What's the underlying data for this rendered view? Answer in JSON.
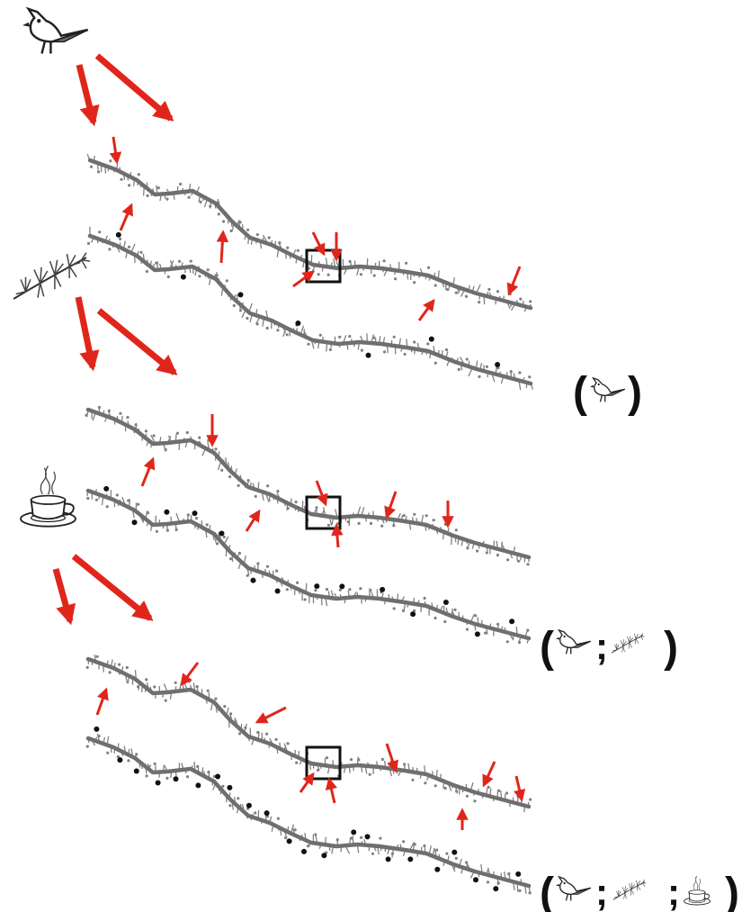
{
  "diagram": {
    "colors": {
      "arrow": "#e0261b",
      "strand": "#6f6f6f",
      "feature": "#808080",
      "marker": "#111111",
      "box": "#111111"
    },
    "icons": {
      "bird": "cardinal-bird-icon",
      "leaf": "carrot-leaf-icon",
      "cup": "steaming-cup-icon"
    },
    "labels": {
      "paren_open": "(",
      "paren_close": ")",
      "separator": ";"
    },
    "legend_sets": [
      [
        "bird"
      ],
      [
        "bird",
        "leaf"
      ],
      [
        "bird",
        "leaf",
        "cup"
      ]
    ]
  }
}
